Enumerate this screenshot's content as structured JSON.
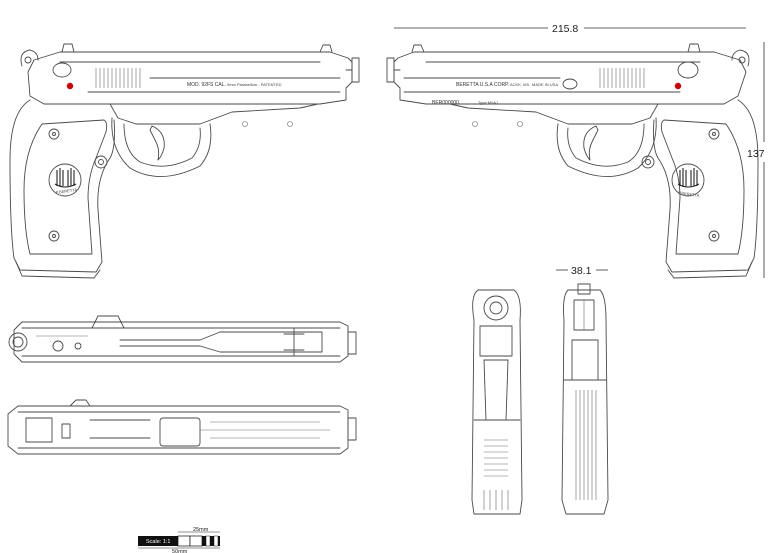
{
  "dimensions": {
    "length": "215.8",
    "height": "137",
    "width": "38.1"
  },
  "left_view": {
    "engraving_model": "MOD. 92FS CAL.",
    "engraving_caliber": "9mm Parabellum - PATENTED"
  },
  "right_view": {
    "engraving_maker": "BERETTA U.S.A CORP.",
    "engraving_location": "ACKK, MS.",
    "engraving_made_in": "MADE IN USA",
    "serial": "BER000000",
    "type": "Type M9A1",
    "grip_logo": "P.BERETTA"
  },
  "scale_bar": {
    "title": "Scale: 1:1",
    "label_25mm": "25mm",
    "label_50mm": "50mm"
  },
  "colors": {
    "safety_dot": "#d40000",
    "line": "#4a4a4a",
    "scale_black": "#111111"
  }
}
